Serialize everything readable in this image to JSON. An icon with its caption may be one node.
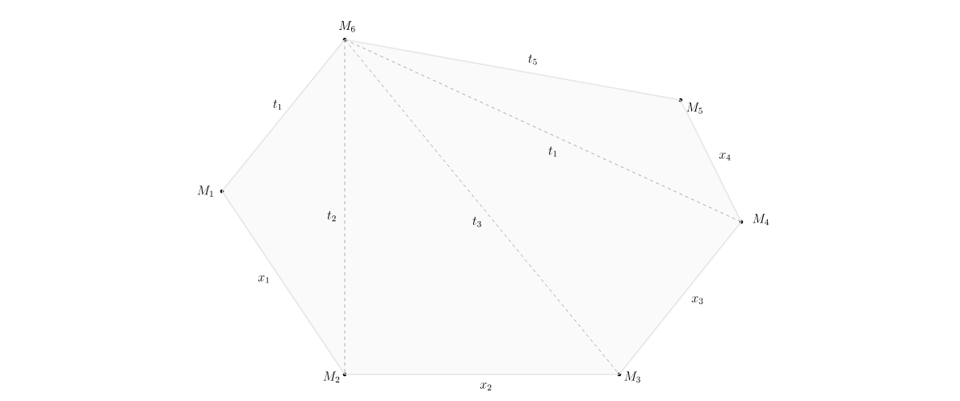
{
  "diagram": {
    "nodes": [
      {
        "text": [
          "M_1"
        ]
      },
      {
        "text": [
          "M_2"
        ]
      },
      {
        "text": [
          "M_3"
        ]
      },
      {
        "text": [
          "M_4"
        ]
      },
      {
        "text": [
          "M_5"
        ]
      },
      {
        "text": [
          "M_6"
        ]
      }
    ],
    "edges": [
      {
        "from": 0,
        "to": 1,
        "arrow": "none",
        "label": "x_1"
      },
      {
        "from": 1,
        "to": 2,
        "arrow": "none",
        "label": "x_2"
      },
      {
        "from": 2,
        "to": 3,
        "arrow": "none",
        "label": "x_3"
      },
      {
        "from": 3,
        "to": 4,
        "arrow": "none",
        "label": "x_4"
      },
      {
        "from": 4,
        "to": 5,
        "arrow": "none",
        "label": "t_5"
      },
      {
        "from": 5,
        "to": 0,
        "arrow": "none",
        "label": "t_1"
      },
      {
        "from": 5,
        "to": 1,
        "arrow": "none",
        "label": "t_2",
        "style": "dashed",
        "color": "#666666"
      },
      {
        "from": 5,
        "to": 2,
        "arrow": "none",
        "label": "t_3",
        "style": "dashed",
        "color": "#666666"
      },
      {
        "from": 5,
        "to": 3,
        "arrow": "none",
        "label": "t_1",
        "style": "dashed",
        "color": "#666666"
      }
    ]
  }
}
